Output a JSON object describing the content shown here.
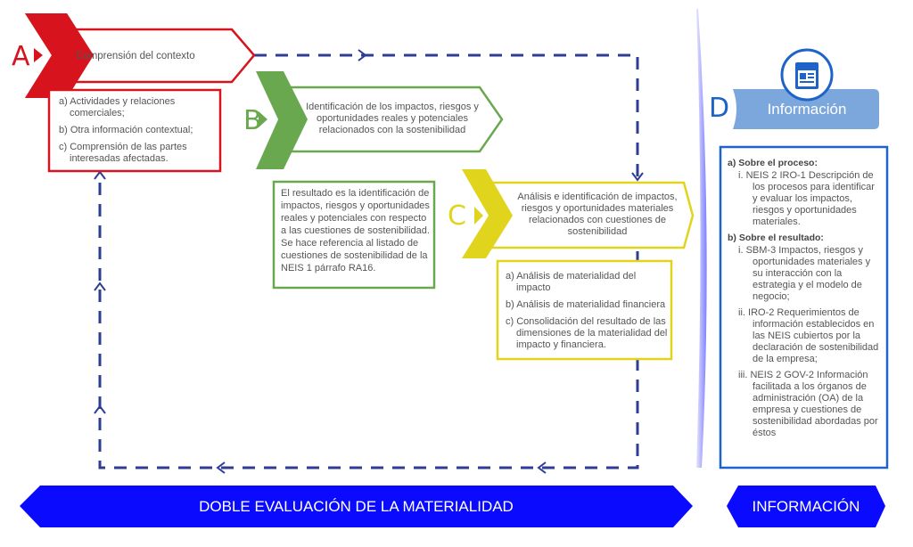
{
  "colors": {
    "a": "#d7141e",
    "b": "#6aa84f",
    "c": "#e0d41c",
    "d": "#1e64c8",
    "loop": "#2d3d96",
    "banner": "#0a0aff",
    "info_tab": "#7ba7dc"
  },
  "step_a": {
    "letter": "A",
    "title": "Comprensión del contexto",
    "items": [
      "a) Actividades y relaciones comerciales;",
      "b) Otra información contextual;",
      "c) Comprensión de las partes interesadas afectadas."
    ]
  },
  "step_b": {
    "letter": "B",
    "title": "Identificación de los impactos, riesgos y oportunidades reales y potenciales relacionados con la sostenibilidad",
    "result": "El resultado es la identificación de impactos, riesgos y oportunidades reales y potenciales con respecto a las cuestiones de sostenibilidad. Se hace referencia al listado de cuestiones de sostenibilidad de la NEIS 1 párrafo RA16."
  },
  "step_c": {
    "letter": "C",
    "title": "Análisis e identificación de impactos, riesgos y oportunidades materiales relacionados con cuestiones de sostenibilidad",
    "items": [
      "a) Análisis de materialidad del impacto",
      "b) Análisis de materialidad financiera",
      "c) Consolidación del resultado de las dimensiones de la materialidad del impacto y financiera."
    ]
  },
  "step_d": {
    "letter": "D",
    "title": "Información",
    "icon": "document-icon",
    "sections": [
      {
        "heading": "a) Sobre el proceso:",
        "items": [
          {
            "num": "i.",
            "text": "NEIS 2 IRO-1 Descripción de los procesos para identificar y evaluar los impactos, riesgos y oportunidades materiales."
          }
        ]
      },
      {
        "heading": "b) Sobre el resultado:",
        "items": [
          {
            "num": "i.",
            "text": "SBM-3 Impactos, riesgos y oportunidades materiales y su interacción con la estrategia y el modelo de negocio;"
          },
          {
            "num": "ii.",
            "text": "IRO-2 Requerimientos de información establecidos en las NEIS cubiertos por la declaración de sostenibilidad de la empresa;"
          },
          {
            "num": "iii.",
            "text": "NEIS 2 GOV-2 Información facilitada a los órganos de administración (OA) de la empresa y cuestiones de sostenibilidad abordadas por éstos"
          }
        ]
      }
    ]
  },
  "banners": {
    "left": "DOBLE EVALUACIÓN DE LA MATERIALIDAD",
    "right": "INFORMACIÓN"
  }
}
